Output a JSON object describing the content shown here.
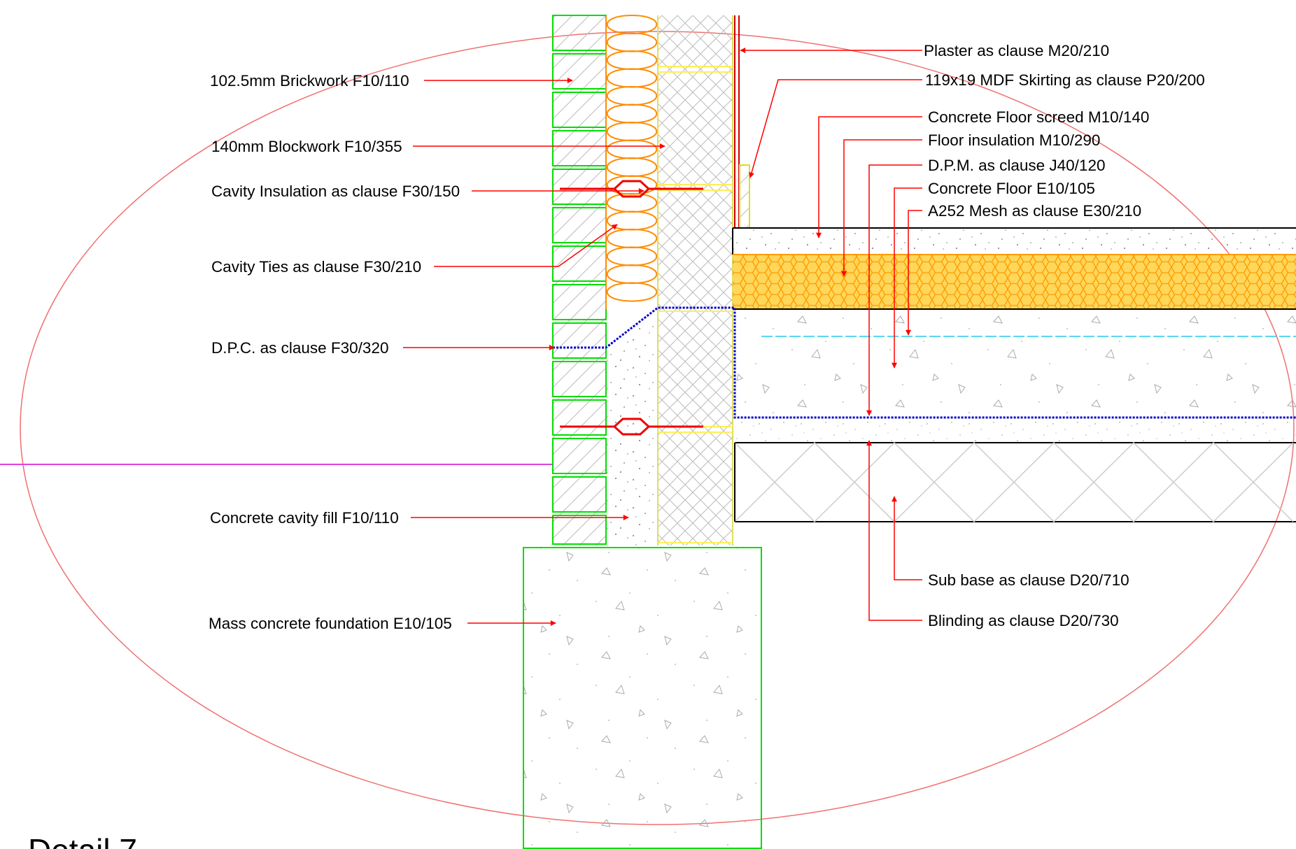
{
  "title": "Detail 7",
  "colors": {
    "background": "#ffffff",
    "leader": "#ff0000",
    "brick_outline": "#00dd00",
    "insulation": "#ff8c00",
    "rigid_insulation_fill": "#ffcc22",
    "dpc": "#0000cc",
    "hatch": "#bbbbbb",
    "ellipse": "#f07070",
    "section_line": "#e040e0",
    "mesh_line": "#22ccee"
  },
  "labels_left": {
    "brickwork": "102.5mm Brickwork F10/110",
    "blockwork": "140mm Blockwork F10/355",
    "cavity_insulation": "Cavity Insulation as clause F30/150",
    "cavity_ties": "Cavity Ties as clause F30/210",
    "dpc": "D.P.C. as clause F30/320",
    "cavity_fill": "Concrete cavity fill F10/110",
    "foundation": "Mass concrete foundation E10/105"
  },
  "labels_right": {
    "plaster": "Plaster as clause M20/210",
    "skirting": "119x19 MDF Skirting as clause P20/200",
    "screed": "Concrete Floor screed M10/140",
    "floor_insulation": "Floor insulation M10/290",
    "dpm": "D.P.M. as clause J40/120",
    "concrete_floor": "Concrete Floor E10/105",
    "mesh": "A252 Mesh as clause E30/210",
    "sub_base": "Sub base as clause D20/710",
    "blinding": "Blinding as clause D20/730"
  }
}
